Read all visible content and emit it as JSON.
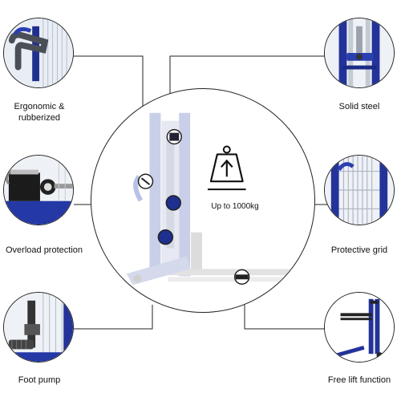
{
  "features": {
    "ergonomic": {
      "label_line1": "Ergonomic &",
      "label_line2": "rubberized"
    },
    "steel": {
      "label": "Solid steel"
    },
    "overload": {
      "label": "Overload protection"
    },
    "grid": {
      "label": "Protective grid"
    },
    "pump": {
      "label": "Foot pump"
    },
    "freelift": {
      "label": "Free lift function"
    }
  },
  "center": {
    "capacity_label": "Up to 1000kg",
    "icon": "weight-icon"
  },
  "colors": {
    "accent_blue": "#2a3fb0",
    "line": "#222222"
  }
}
